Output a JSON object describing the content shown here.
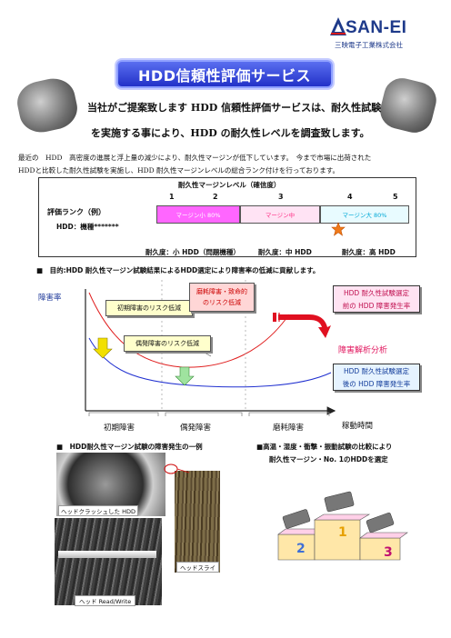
{
  "logo": {
    "name": "SAN-EI",
    "subtitle": "三映電子工業株式会社"
  },
  "banner": {
    "title": "HDD信頼性評価サービス"
  },
  "lead": {
    "line1": "当社がご提案致します HDD 信頼性評価サービスは、耐久性試験",
    "line2": "を実施する事により、HDD の耐久性レベルを調査致します。"
  },
  "intro": {
    "line1": "最近の　HDD　高密度の進展と浮上量の減少により、耐久性マージンが低下しています。　今まで市場に出荷された",
    "line2": "HDDと比較した耐久性試験を実施し、HDD 耐久性マージンレベルの総合ランク付けを行っております。"
  },
  "rank_table": {
    "title": "耐久性マージンレベル（確信度）",
    "numbers": [
      "1",
      "2",
      "3",
      "4",
      "5"
    ],
    "label": "評価ランク（例）",
    "example": "HDD：機種*******",
    "segments": [
      "マージン小 80%",
      "マージン中",
      "マージン大 80%"
    ],
    "legend": [
      "耐久度：小 HDD（問題機種）",
      "耐久度：中 HDD",
      "耐久度：高 HDD"
    ],
    "marker_rank": 4
  },
  "purpose": "■　目的:HDD 耐久性マージン試験結果によるHDD選定により障害率の低減に貢献します。",
  "graph": {
    "y_label": "障害率",
    "x_label": "稼動時間",
    "phases": [
      "初期障害",
      "偶発障害",
      "磨耗障害"
    ],
    "callouts": {
      "initial": "初期障害のリスク低減",
      "random": "偶発障害のリスク低減",
      "wear_line1": "磨耗障害・致命的",
      "wear_line2": "のリスク低減",
      "before_line1": "HDD 耐久性試験選定",
      "before_line2": "前の HDD 障害発生率",
      "analysis": "障害解析分析",
      "after_line1": "HDD 耐久性試験選定",
      "after_line2": "後の HDD 障害発生率"
    },
    "colors": {
      "before_curve": "#e02020",
      "after_curve": "#2030d0",
      "arrow_initial": "#f2e000",
      "arrow_random": "#9fe39f",
      "arrow_wear": "#e01020"
    }
  },
  "bottom": {
    "left_title": "■　HDD耐久性マージン試験の障害発生の一例",
    "right_title1": "■高温・湿度・衝撃・振動試験の比較により",
    "right_title2": "耐久性マージン・No. 1のHDDを選定",
    "label_crash": "ヘッドクラッシュした HDD",
    "label_rw": "ヘッド Read/Write",
    "label_slider": "ヘッドスライ",
    "podium_places": [
      "2",
      "1",
      "3"
    ]
  }
}
